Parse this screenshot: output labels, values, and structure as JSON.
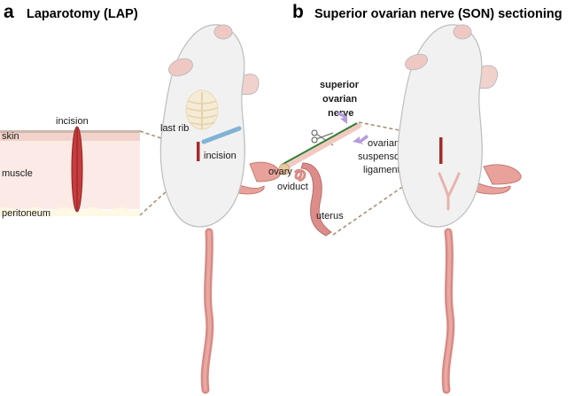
{
  "panel_a": {
    "letter": "a",
    "title": "Laparotomy (LAP)",
    "labels": {
      "incision_top": "incision",
      "skin": "skin",
      "muscle": "muscle",
      "peritoneum": "peritoneum",
      "last_rib": "last rib",
      "incision_body": "incision"
    }
  },
  "panel_b": {
    "letter": "b",
    "title": "Superior ovarian nerve (SON) sectioning",
    "labels": {
      "son_line1": "superior",
      "son_line2": "ovarian",
      "son_line3": "nerve",
      "ligament_line1": "ovarian",
      "ligament_line2": "suspensory",
      "ligament_line3": "ligament",
      "ovary": "ovary",
      "oviduct": "oviduct",
      "uterus": "uterus"
    }
  },
  "colors": {
    "skin_layer": "#f3d9d2",
    "muscle_layer": "#fbe9e4",
    "incision": "#b53838",
    "mouse_body": "#f1f1f1",
    "mouse_outline": "#bdbdbd",
    "tail": "#d98a84",
    "nerve": "#2e7d32",
    "arrow": "#b39ddb",
    "rib_needle": "#7fb3d5"
  }
}
